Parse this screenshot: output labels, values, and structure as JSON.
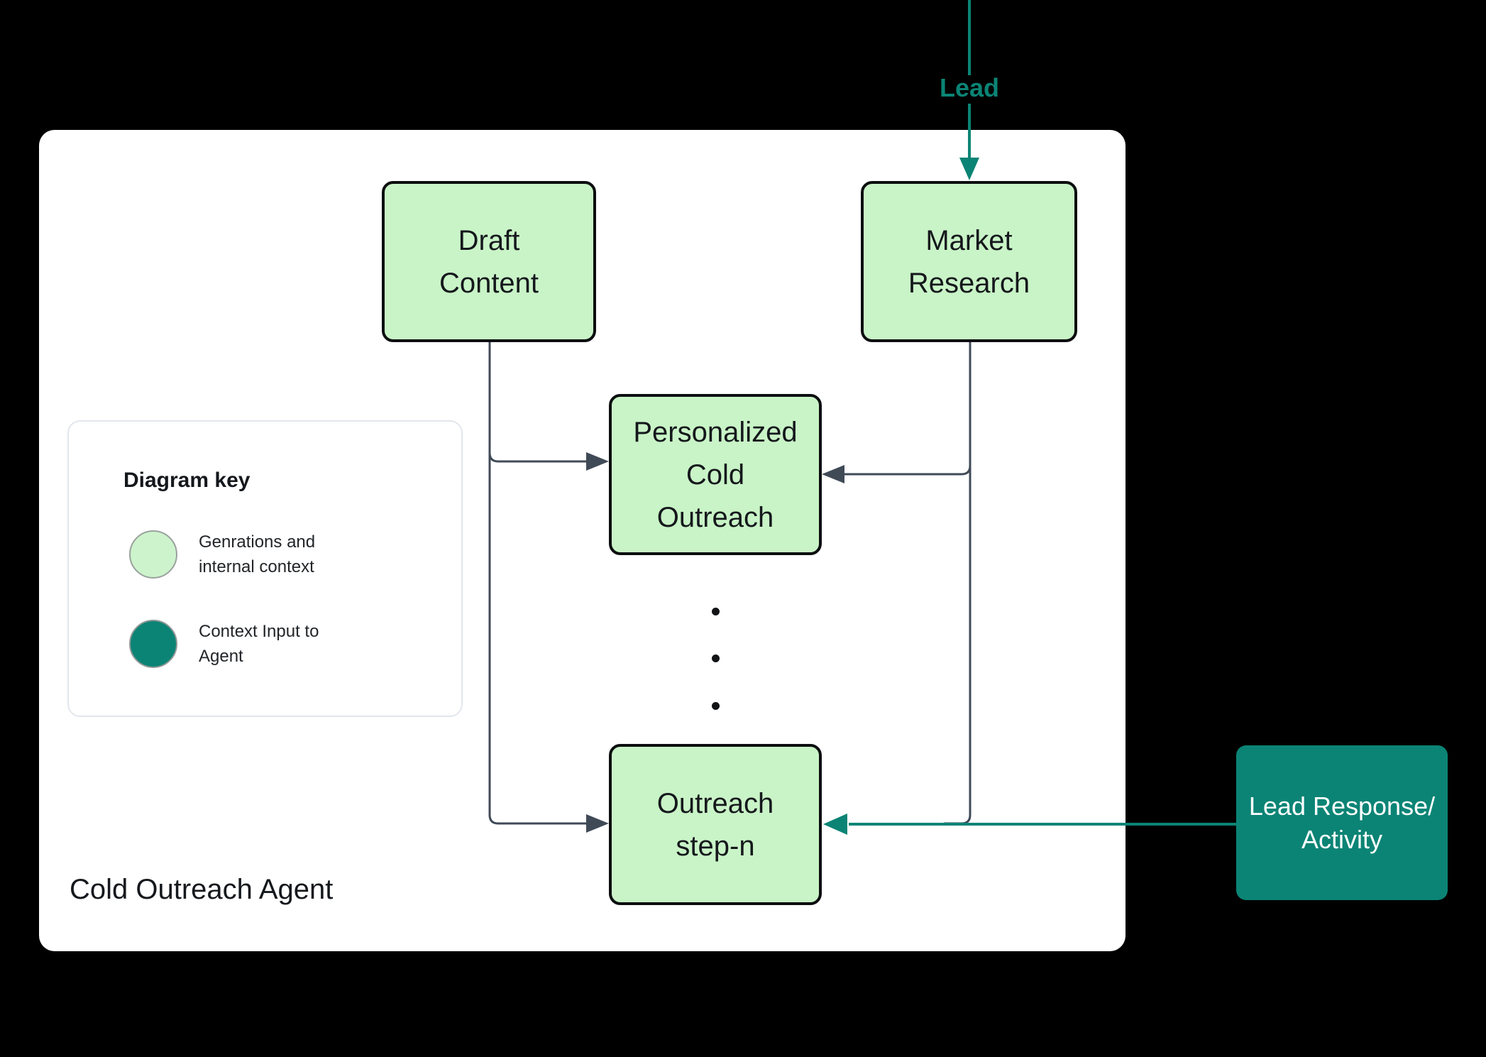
{
  "agent_container": {
    "label": "Cold Outreach Agent"
  },
  "nodes": {
    "draft_content": {
      "label": "Draft\nContent"
    },
    "market_research": {
      "label": "Market\nResearch"
    },
    "personalized_cold_outreach": {
      "label": "Personalized\nCold\nOutreach"
    },
    "outreach_step_n": {
      "label": "Outreach\nstep-n"
    },
    "lead_response": {
      "label": "Lead Response/\nActivity"
    }
  },
  "edges": {
    "lead_label": "Lead"
  },
  "diagram_key": {
    "title": "Diagram key",
    "items": [
      {
        "label": "Genrations and\ninternal context",
        "color": "#cdf3cc"
      },
      {
        "label": "Context Input to\nAgent",
        "color": "#0b8475"
      }
    ]
  },
  "colors": {
    "background": "#000000",
    "surface": "#ffffff",
    "node_green_fill": "#c9f4c7",
    "node_border": "#0c0e10",
    "teal": "#0b8475",
    "connector_gray": "#404a57",
    "key_panel_border": "#e2e6ec",
    "text_dark": "#15181c",
    "text_light": "#ffffff"
  }
}
